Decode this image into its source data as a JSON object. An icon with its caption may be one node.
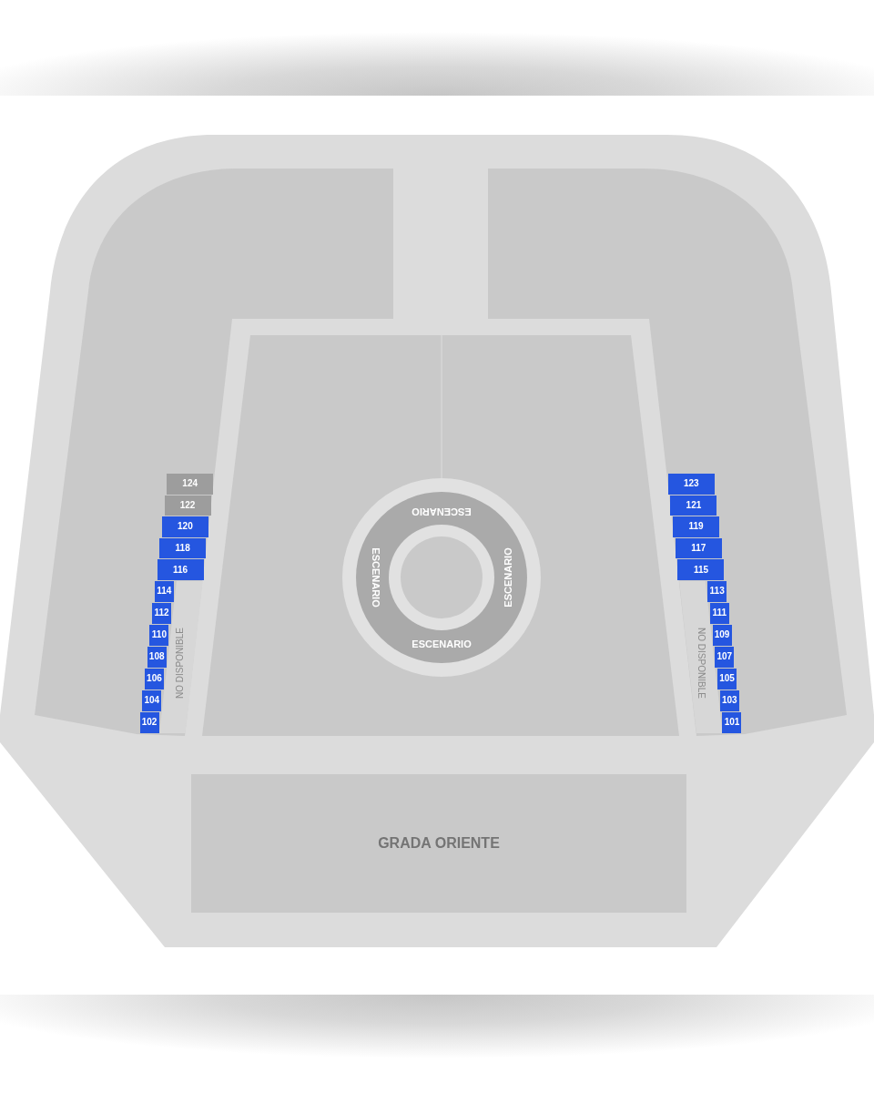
{
  "diagram": {
    "nodes": [
      {
        "text": [],
        "shape": "box"
      },
      {
        "text": [
          "124"
        ],
        "in": 0
      },
      {
        "text": [
          "122"
        ],
        "in": 0
      },
      {
        "text": [
          "120"
        ],
        "in": 0
      },
      {
        "text": [
          "118"
        ],
        "in": 0
      },
      {
        "text": [
          "116"
        ],
        "in": 0
      },
      {
        "text": [
          "114"
        ],
        "in": 0
      },
      {
        "text": [
          "112"
        ],
        "in": 0
      },
      {
        "text": [
          "110"
        ],
        "in": 0
      },
      {
        "text": [
          "108"
        ],
        "in": 0
      },
      {
        "text": [
          "106"
        ],
        "in": 0
      },
      {
        "text": [
          "104"
        ],
        "in": 0
      },
      {
        "text": [
          "102"
        ],
        "in": 0
      },
      {
        "text": [
          "NO DISPONIBLE"
        ],
        "in": 0
      },
      {
        "text": [],
        "shape": "box"
      },
      {
        "text": [
          "ESCENARIO",
          "ESCENARIO",
          "ESCENARIO",
          "ESCENARIO"
        ],
        "in": 14
      },
      {
        "text": [],
        "shape": "box"
      },
      {
        "text": [
          "123"
        ],
        "in": 16
      },
      {
        "text": [
          "121"
        ],
        "in": 16
      },
      {
        "text": [
          "119"
        ],
        "in": 16
      },
      {
        "text": [
          "117"
        ],
        "in": 16
      },
      {
        "text": [
          "115"
        ],
        "in": 16
      },
      {
        "text": [
          "113"
        ],
        "in": 16
      },
      {
        "text": [
          "111"
        ],
        "in": 16
      },
      {
        "text": [
          "109"
        ],
        "in": 16
      },
      {
        "text": [
          "107"
        ],
        "in": 16
      },
      {
        "text": [
          "105"
        ],
        "in": 16
      },
      {
        "text": [
          "103"
        ],
        "in": 16
      },
      {
        "text": [
          "101"
        ],
        "in": 16
      },
      {
        "text": [
          "NO DISPONIBLE"
        ],
        "in": 16
      },
      {
        "text": [
          "GRADA ORIENTE"
        ]
      }
    ]
  }
}
